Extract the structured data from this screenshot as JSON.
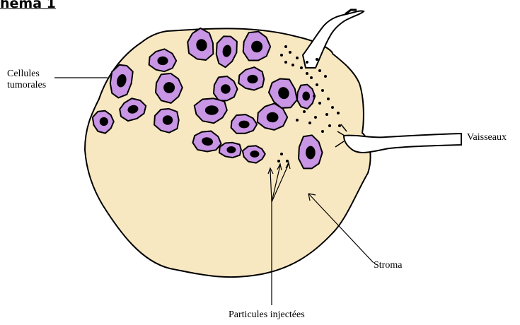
{
  "title": "hema 1",
  "labels": {
    "cells": "Cellules\ntumorales",
    "vessels": "Vaisseaux",
    "stroma": "Stroma",
    "particles": "Particules injectées"
  },
  "colors": {
    "stroma": "#F8E8C2",
    "cell_fill": "#C995E5",
    "nucleus": "#000000",
    "outline": "#000000"
  }
}
